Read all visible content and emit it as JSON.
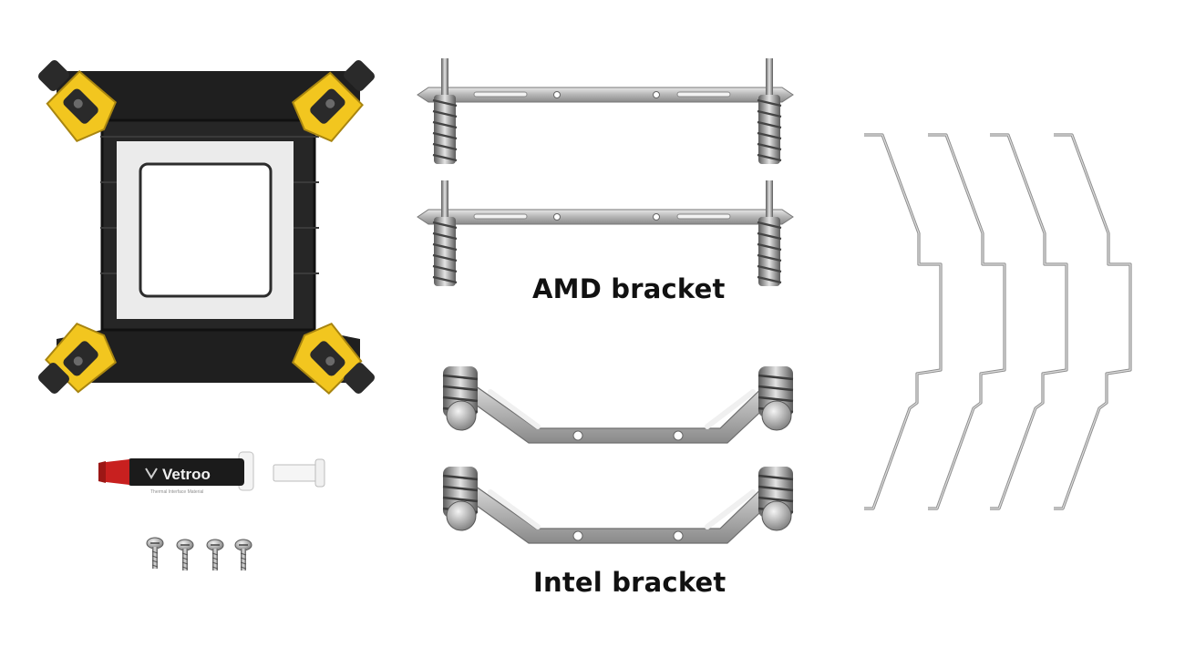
{
  "labels": {
    "amd": "AMD bracket",
    "intel": "Intel bracket",
    "thermal_paste_brand": "Vetroo",
    "thermal_paste_subtitle": "Thermal Interface Material"
  },
  "colors": {
    "background": "#ffffff",
    "backplate": "#1f1f1f",
    "yellow_clip": "#f2c61f",
    "metal": "#b8b8b8",
    "syringe_cap": "#c8201f"
  },
  "counts": {
    "amd_brackets": 2,
    "intel_brackets": 2,
    "wire_clips": 4,
    "screws": 4
  }
}
